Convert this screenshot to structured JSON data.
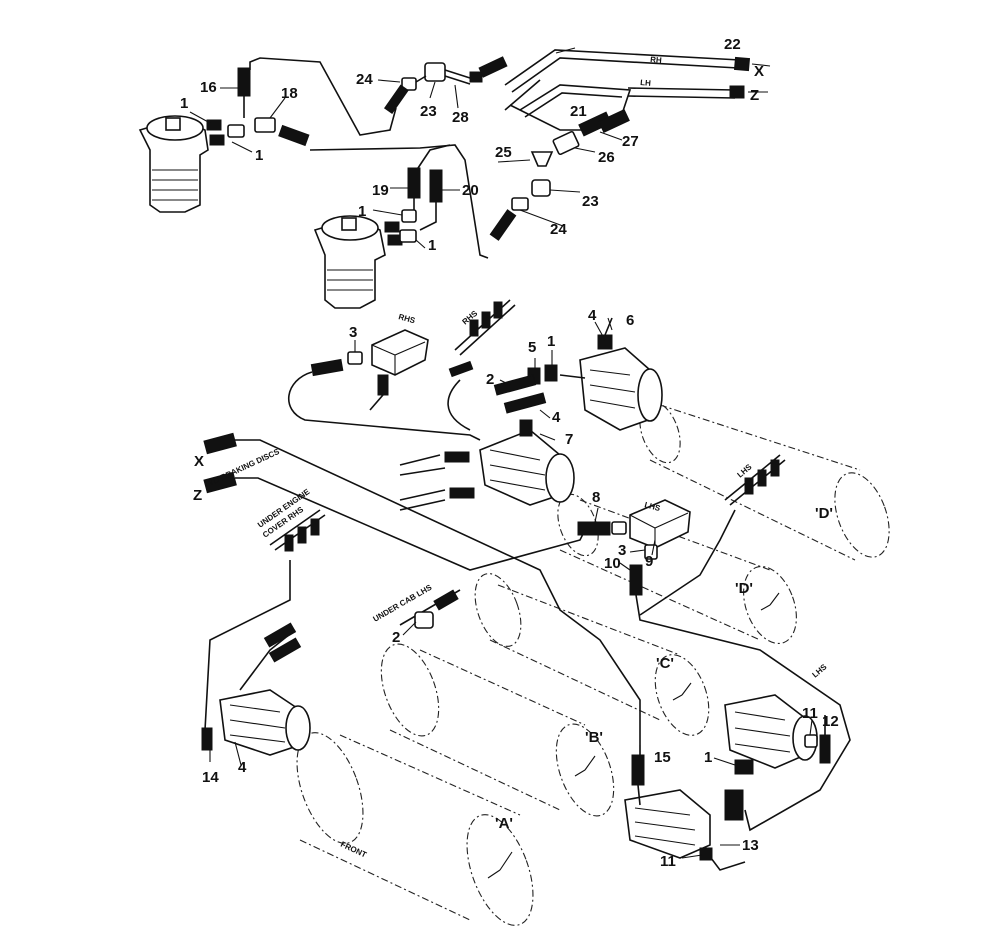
{
  "callouts": {
    "n1a": "1",
    "n1b": "1",
    "n1c": "1",
    "n1d": "1",
    "n1e": "1",
    "n1f": "1",
    "n2a": "2",
    "n2b": "2",
    "n3a": "3",
    "n3b": "3",
    "n4a": "4",
    "n4b": "4",
    "n4c": "4",
    "n5": "5",
    "n6": "6",
    "n7": "7",
    "n8": "8",
    "n9": "9",
    "n10": "10",
    "n11a": "11",
    "n11b": "11",
    "n12": "12",
    "n13": "13",
    "n14": "14",
    "n15": "15",
    "n16": "16",
    "n18": "18",
    "n19": "19",
    "n20": "20",
    "n21": "21",
    "n22": "22",
    "n23a": "23",
    "n23b": "23",
    "n24a": "24",
    "n24b": "24",
    "n25": "25",
    "n26": "26",
    "n27": "27",
    "n28": "28"
  },
  "ports": {
    "x_top": "X",
    "z_top": "Z",
    "x_left": "X",
    "z_left": "Z"
  },
  "labels": {
    "rh": "RH",
    "lh": "LH",
    "rhs_valve": "RHS",
    "rhs_manifold": "RHS",
    "lhs_valve": "LHS",
    "lhs_manifold": "LHS",
    "lhs_side": "LHS",
    "to_braking": "TO BRAKING DISCS",
    "under_engine": "UNDER ENGINE",
    "cover_rhs": "COVER RHS",
    "under_cab_lhs": "UNDER CAB LHS",
    "front": "FRONT"
  },
  "drums": {
    "a": "'A'",
    "b": "'B'",
    "c": "'C'",
    "d1": "'D'",
    "d2": "'D'"
  }
}
